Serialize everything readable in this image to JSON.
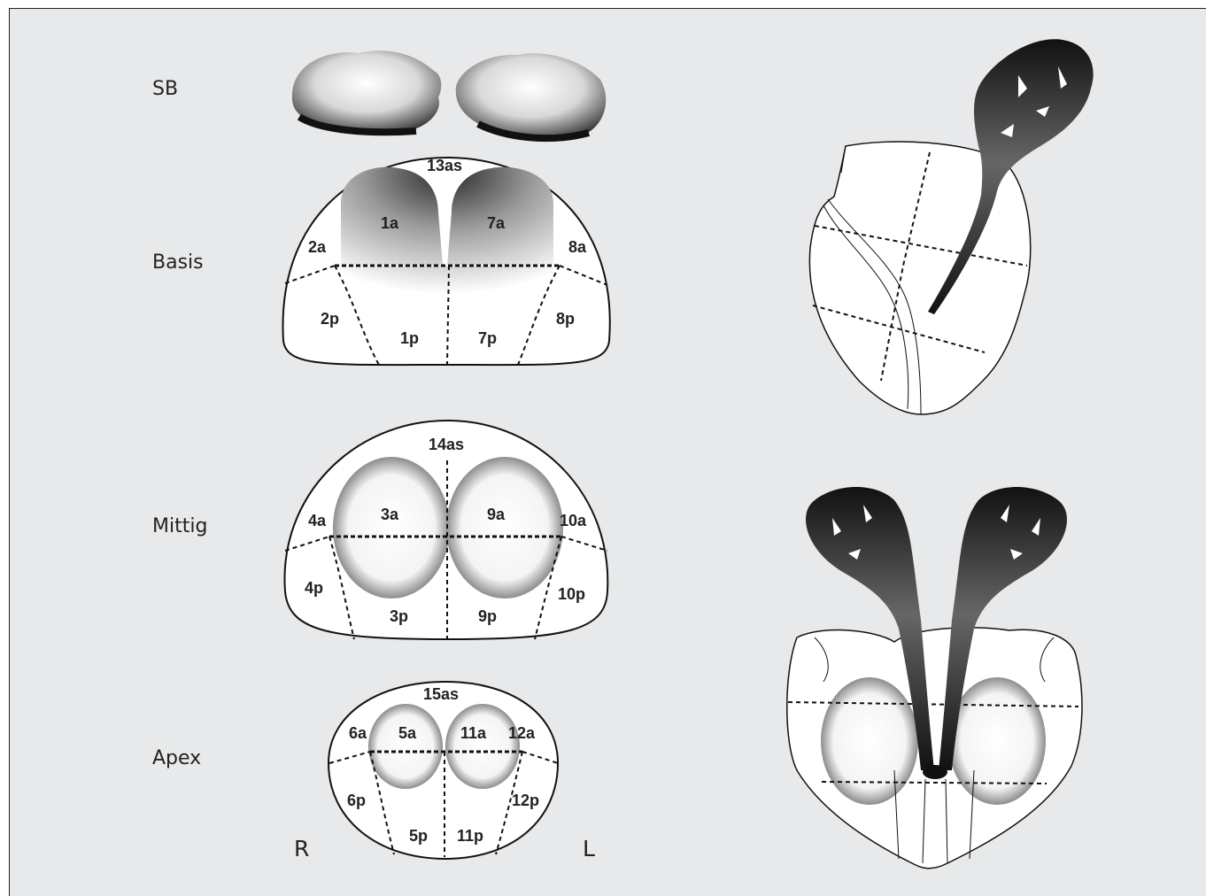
{
  "levels": {
    "sb": "SB",
    "basis": "Basis",
    "mittig": "Mittig",
    "apex": "Apex"
  },
  "sides": {
    "right": "R",
    "left": "L"
  },
  "zones": {
    "basis": [
      "13as",
      "1a",
      "7a",
      "2a",
      "8a",
      "2p",
      "1p",
      "7p",
      "8p"
    ],
    "mittig": [
      "14as",
      "3a",
      "9a",
      "4a",
      "10a",
      "4p",
      "3p",
      "9p",
      "10p"
    ],
    "apex": [
      "15as",
      "5a",
      "11a",
      "6a",
      "12a",
      "6p",
      "5p",
      "11p",
      "12p"
    ]
  },
  "colors": {
    "background": "#e8e9eb",
    "ink": "#222222",
    "dark": "#1a1a1a"
  }
}
